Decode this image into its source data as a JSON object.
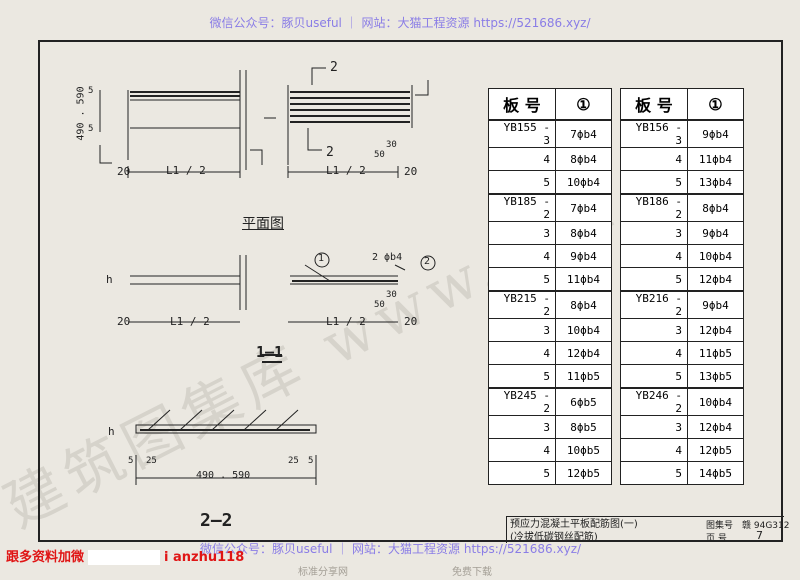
{
  "watermark": {
    "top": "微信公众号：豚贝useful ｜ 网站：大猫工程资源 https://521686.xyz/",
    "bottom": "微信公众号：豚贝useful ｜ 网站：大猫工程资源 https://521686.xyz/",
    "diagonal": "建筑图集库 www.tuji"
  },
  "footer": {
    "red_left": "跟多资料加微",
    "red_right": "i anzhu118",
    "small_left": "标准分享网",
    "small_right": "免费下载"
  },
  "drawing": {
    "plan_title": "平面图",
    "section11_title": "1—1",
    "section22_title": "2—2",
    "dim_half": "L1 / 2",
    "dim_20": "20",
    "dim_490_590": "490 . 590",
    "dim_5": "5",
    "dim_25": "25",
    "dim_h": "h",
    "dim_50": "50",
    "dim_30": "30",
    "cut_2": "2",
    "callout_1": "1",
    "callout_2": "2",
    "bar_label": "2 ϕb4"
  },
  "tables": {
    "header_code": "板  号",
    "header_item": "①",
    "left": [
      {
        "code": "YB155 - 3",
        "value": "7ϕb4",
        "grp": true
      },
      {
        "code": "4",
        "value": "8ϕb4",
        "grp": false
      },
      {
        "code": "5",
        "value": "10ϕb4",
        "grp": false
      },
      {
        "code": "YB185 - 2",
        "value": "7ϕb4",
        "grp": true
      },
      {
        "code": "3",
        "value": "8ϕb4",
        "grp": false
      },
      {
        "code": "4",
        "value": "9ϕb4",
        "grp": false
      },
      {
        "code": "5",
        "value": "11ϕb4",
        "grp": false
      },
      {
        "code": "YB215 - 2",
        "value": "8ϕb4",
        "grp": true
      },
      {
        "code": "3",
        "value": "10ϕb4",
        "grp": false
      },
      {
        "code": "4",
        "value": "12ϕb4",
        "grp": false
      },
      {
        "code": "5",
        "value": "11ϕb5",
        "grp": false
      },
      {
        "code": "YB245 - 2",
        "value": "6ϕb5",
        "grp": true
      },
      {
        "code": "3",
        "value": "8ϕb5",
        "grp": false
      },
      {
        "code": "4",
        "value": "10ϕb5",
        "grp": false
      },
      {
        "code": "5",
        "value": "12ϕb5",
        "grp": false
      }
    ],
    "right": [
      {
        "code": "YB156 - 3",
        "value": "9ϕb4",
        "grp": true
      },
      {
        "code": "4",
        "value": "11ϕb4",
        "grp": false
      },
      {
        "code": "5",
        "value": "13ϕb4",
        "grp": false
      },
      {
        "code": "YB186 - 2",
        "value": "8ϕb4",
        "grp": true
      },
      {
        "code": "3",
        "value": "9ϕb4",
        "grp": false
      },
      {
        "code": "4",
        "value": "10ϕb4",
        "grp": false
      },
      {
        "code": "5",
        "value": "12ϕb4",
        "grp": false
      },
      {
        "code": "YB216 - 2",
        "value": "9ϕb4",
        "grp": true
      },
      {
        "code": "3",
        "value": "12ϕb4",
        "grp": false
      },
      {
        "code": "4",
        "value": "11ϕb5",
        "grp": false
      },
      {
        "code": "5",
        "value": "13ϕb5",
        "grp": false
      },
      {
        "code": "YB246 - 2",
        "value": "10ϕb4",
        "grp": true
      },
      {
        "code": "3",
        "value": "12ϕb4",
        "grp": false
      },
      {
        "code": "4",
        "value": "12ϕb5",
        "grp": false
      },
      {
        "code": "5",
        "value": "14ϕb5",
        "grp": false
      }
    ]
  },
  "title_block": {
    "title_line1": "预应力混凝土平板配筋图(一)",
    "title_line2": "(冷拔低碳钢丝配筋)",
    "atlas_label": "图集号",
    "atlas_value": "赣 94G312",
    "page_label": "页  号",
    "page_value": "7"
  }
}
